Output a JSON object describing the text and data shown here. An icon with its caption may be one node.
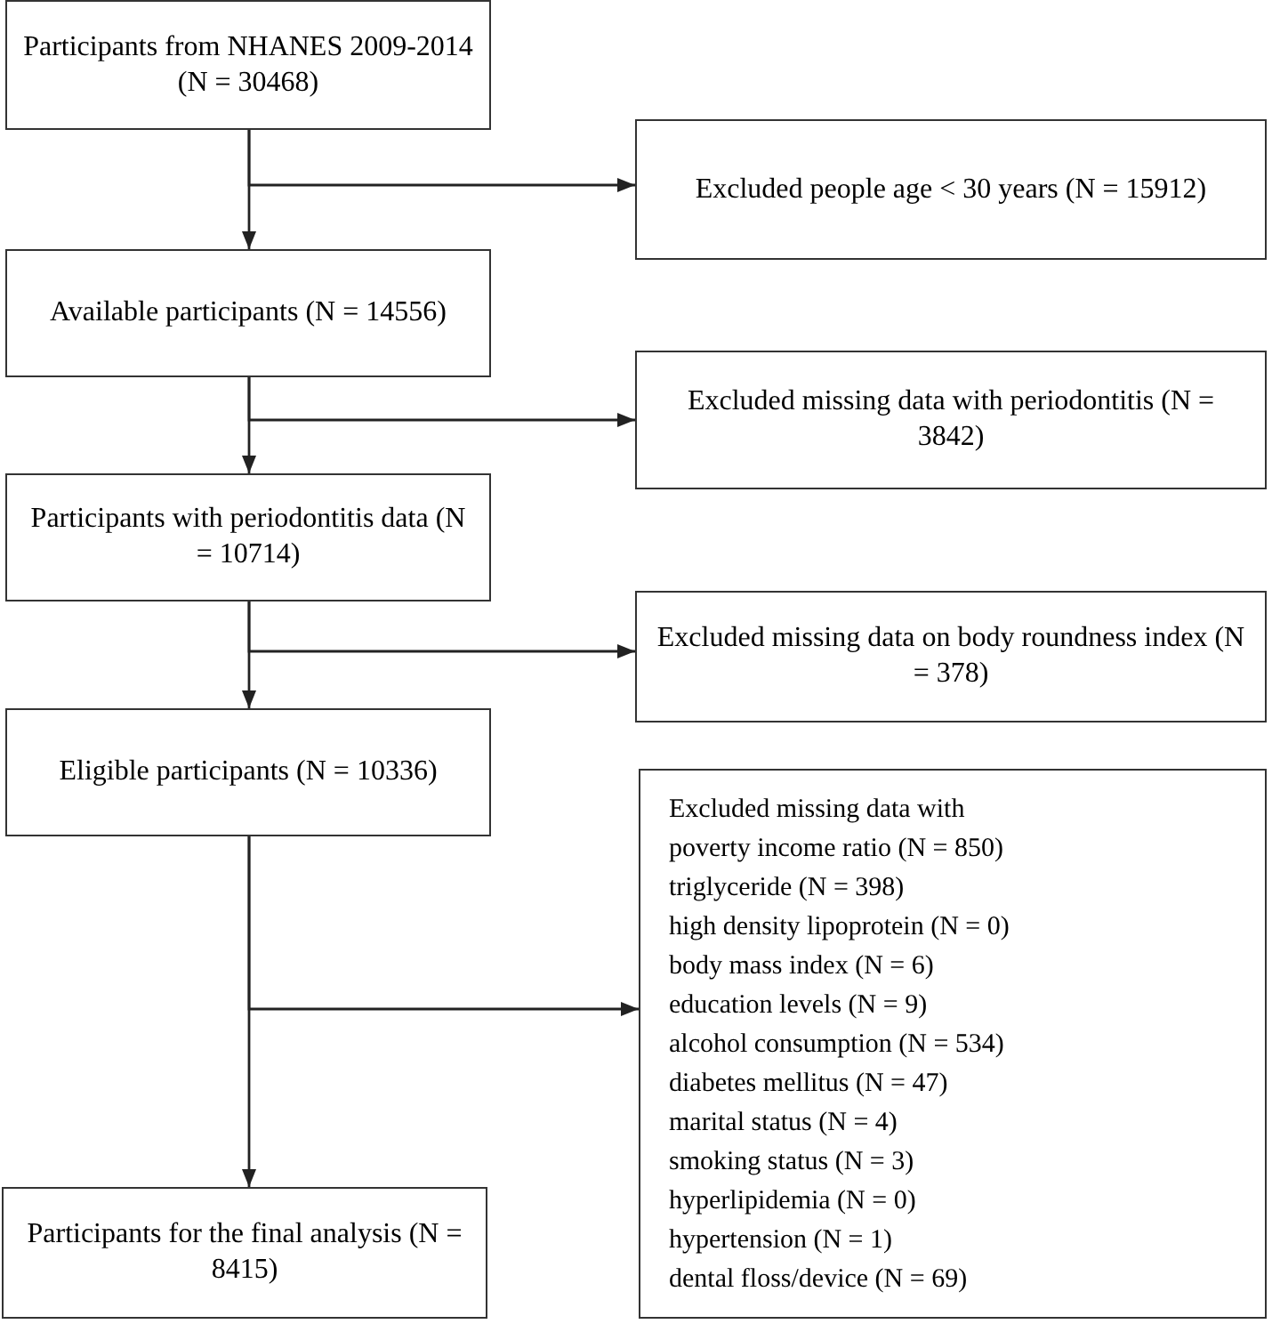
{
  "diagram": {
    "nodes": [
      {
        "text": [
          "Participants from NHANES 2009-2014 (N = 30468)"
        ]
      },
      {
        "text": [
          "Excluded people age < 30 years (N = 15912)"
        ]
      },
      {
        "text": [
          "Available participants (N = 14556)"
        ]
      },
      {
        "text": [
          "Excluded missing data with periodontitis (N = 3842)"
        ]
      },
      {
        "text": [
          "Participants with periodontitis data (N = 10714)"
        ]
      },
      {
        "text": [
          "Excluded missing data on body roundness index (N = 378)"
        ]
      },
      {
        "text": [
          "Eligible participants (N = 10336)"
        ]
      },
      {
        "text": [
          "Excluded missing data with",
          "poverty income ratio (N = 850)",
          "triglyceride (N = 398)",
          "high density lipoprotein (N = 0)",
          "body mass index (N = 6)",
          "education levels (N = 9)",
          "alcohol consumption (N = 534)",
          "diabetes mellitus (N = 47)",
          "marital status (N = 4)",
          "smoking status (N = 3)",
          "hyperlipidemia (N = 0)",
          "hypertension (N = 1)",
          "dental floss/device (N = 69)"
        ]
      },
      {
        "text": [
          "Participants for the final analysis (N = 8415)"
        ]
      }
    ],
    "edges": [
      {
        "from": 0,
        "to": 2,
        "arrow": "to"
      },
      {
        "from": 0,
        "to": 1,
        "arrow": "to"
      },
      {
        "from": 2,
        "to": 4,
        "arrow": "to"
      },
      {
        "from": 2,
        "to": 3,
        "arrow": "to"
      },
      {
        "from": 4,
        "to": 6,
        "arrow": "to"
      },
      {
        "from": 4,
        "to": 5,
        "arrow": "to"
      },
      {
        "from": 6,
        "to": 8,
        "arrow": "to"
      },
      {
        "from": 6,
        "to": 7,
        "arrow": "to"
      }
    ]
  }
}
